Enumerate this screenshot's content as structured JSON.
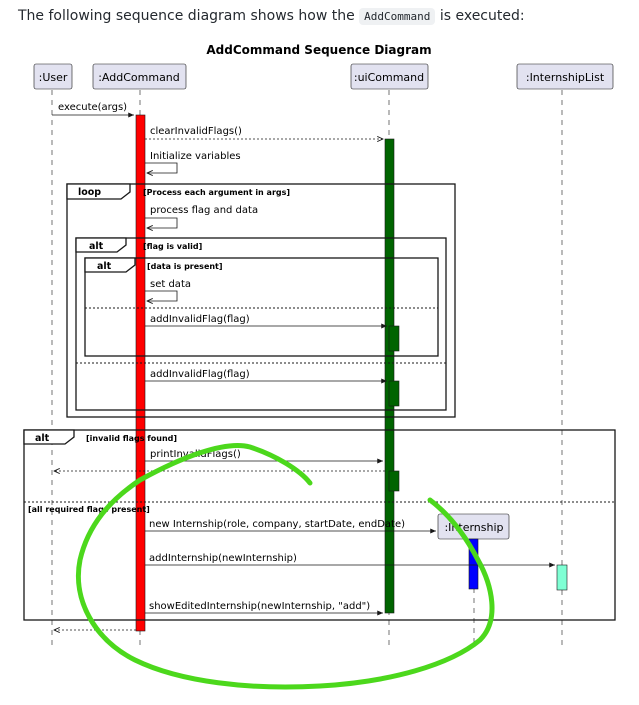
{
  "intro": {
    "before": "The following sequence diagram shows how the ",
    "code": "AddCommand",
    "after": " is executed:"
  },
  "diagram": {
    "title": "AddCommand Sequence Diagram",
    "participants": {
      "user": ":User",
      "addCommand": ":AddCommand",
      "uiCommand": ":uiCommand",
      "internshipList": ":InternshipList",
      "internship": ":Internship"
    },
    "messages": {
      "execute": "execute(args)",
      "clearInvalidFlags": "clearInvalidFlags()",
      "initVars": "Initialize variables",
      "processFlag": "process flag and data",
      "setData": "set data",
      "addInvalidFlag1": "addInvalidFlag(flag)",
      "addInvalidFlag2": "addInvalidFlag(flag)",
      "printInvalidFlags": "printInvalidFlags()",
      "newInternship": "new Internship(role, company, startDate, endDate)",
      "addInternship": "addInternship(newInternship)",
      "showEdited": "showEditedInternship(newInternship, \"add\")"
    },
    "fragments": {
      "loop": {
        "tag": "loop",
        "condition": "[Process each argument in args]"
      },
      "altValid": {
        "tag": "alt",
        "condition": "[flag is valid]"
      },
      "altData": {
        "tag": "alt",
        "condition": "[data is present]"
      },
      "altInvalid": {
        "tag": "alt",
        "condition": "[invalid flags found]",
        "elseCondition": "[all required flags present]"
      }
    },
    "colors": {
      "participantFill": "#e2e2f0",
      "participantBorder": "#181818",
      "addCommandActivation": "#ff0000",
      "uiCommandActivation": "#006400",
      "internshipActivation": "#0000ff",
      "internshipListActivation": "#7fffd4",
      "annotation": "#4cd81c"
    }
  }
}
